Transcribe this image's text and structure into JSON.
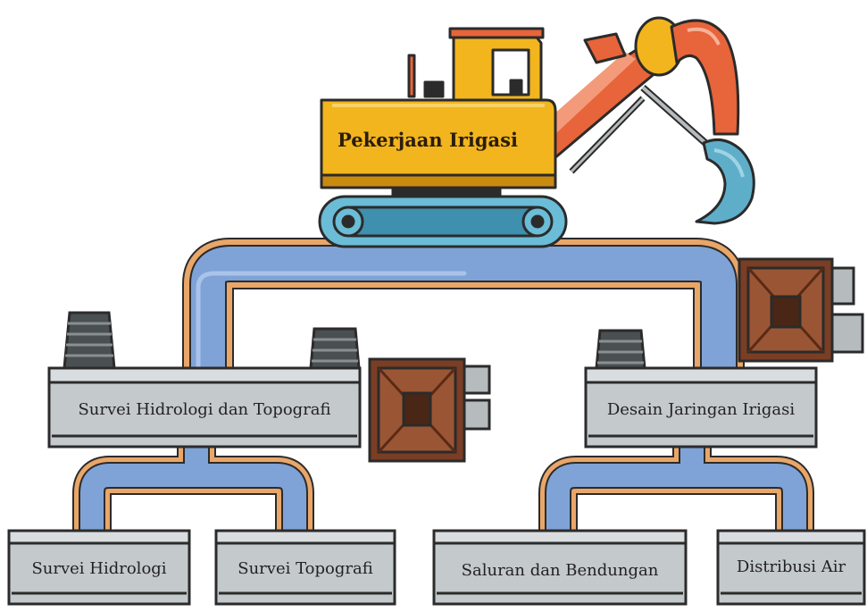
{
  "diagram": {
    "root": {
      "label": "Pekerjaan Irigasi"
    },
    "level1": [
      {
        "label": "Survei Hidrologi dan Topografi"
      },
      {
        "label": "Desain Jaringan Irigasi"
      }
    ],
    "level2": [
      {
        "label": "Survei Hidrologi"
      },
      {
        "label": "Survei Topografi"
      },
      {
        "label": "Saluran dan Bendungan"
      },
      {
        "label": "Distribusi Air"
      }
    ]
  },
  "colors": {
    "excavator_body": "#f2b51e",
    "excavator_arm": "#e8643a",
    "track": "#6bbcd6",
    "pipe": "#7fa3d6",
    "pipe_border": "#e9a669",
    "node_fill": "#c4c9cc",
    "crate": "#7a3e24",
    "outline": "#2b2b2b"
  }
}
